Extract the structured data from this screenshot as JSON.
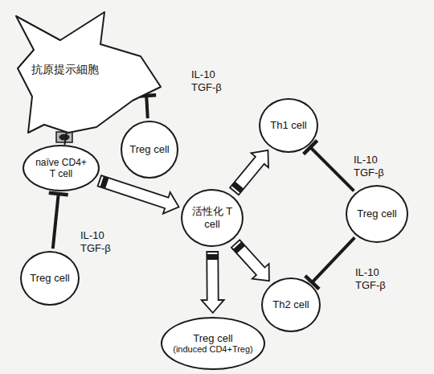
{
  "diagram": {
    "nodes": [
      {
        "text": [
          "抗原提示細胞"
        ]
      },
      {
        "text": [
          "Treg cell"
        ]
      },
      {
        "text": [
          "naïve CD4+ T cell"
        ]
      },
      {
        "text": [
          "Th1 cell"
        ]
      },
      {
        "text": [
          "活性化 T cell"
        ]
      },
      {
        "text": [
          "Treg cell"
        ]
      },
      {
        "text": [
          "Treg cell"
        ]
      },
      {
        "text": [
          "Th2 cell"
        ]
      },
      {
        "text": [
          "Treg cell",
          "(induced CD4+Treg)"
        ]
      }
    ],
    "edges": [
      {
        "from": 1,
        "to": 0,
        "label": "IL-10 TGF-β",
        "arrow": "to"
      },
      {
        "from": 0,
        "to": 2,
        "arrow": "none"
      },
      {
        "from": 2,
        "to": 4,
        "arrow": "to"
      },
      {
        "from": 6,
        "to": 2,
        "label": "IL-10 TGF-β",
        "arrow": "to"
      },
      {
        "from": 4,
        "to": 3,
        "arrow": "to"
      },
      {
        "from": 4,
        "to": 7,
        "arrow": "to"
      },
      {
        "from": 4,
        "to": 8,
        "arrow": "to"
      },
      {
        "from": 5,
        "to": 3,
        "label": "IL-10 TGF-β",
        "arrow": "to"
      },
      {
        "from": 5,
        "to": 7,
        "label": "IL-10 TGF-β",
        "arrow": "to"
      }
    ]
  }
}
